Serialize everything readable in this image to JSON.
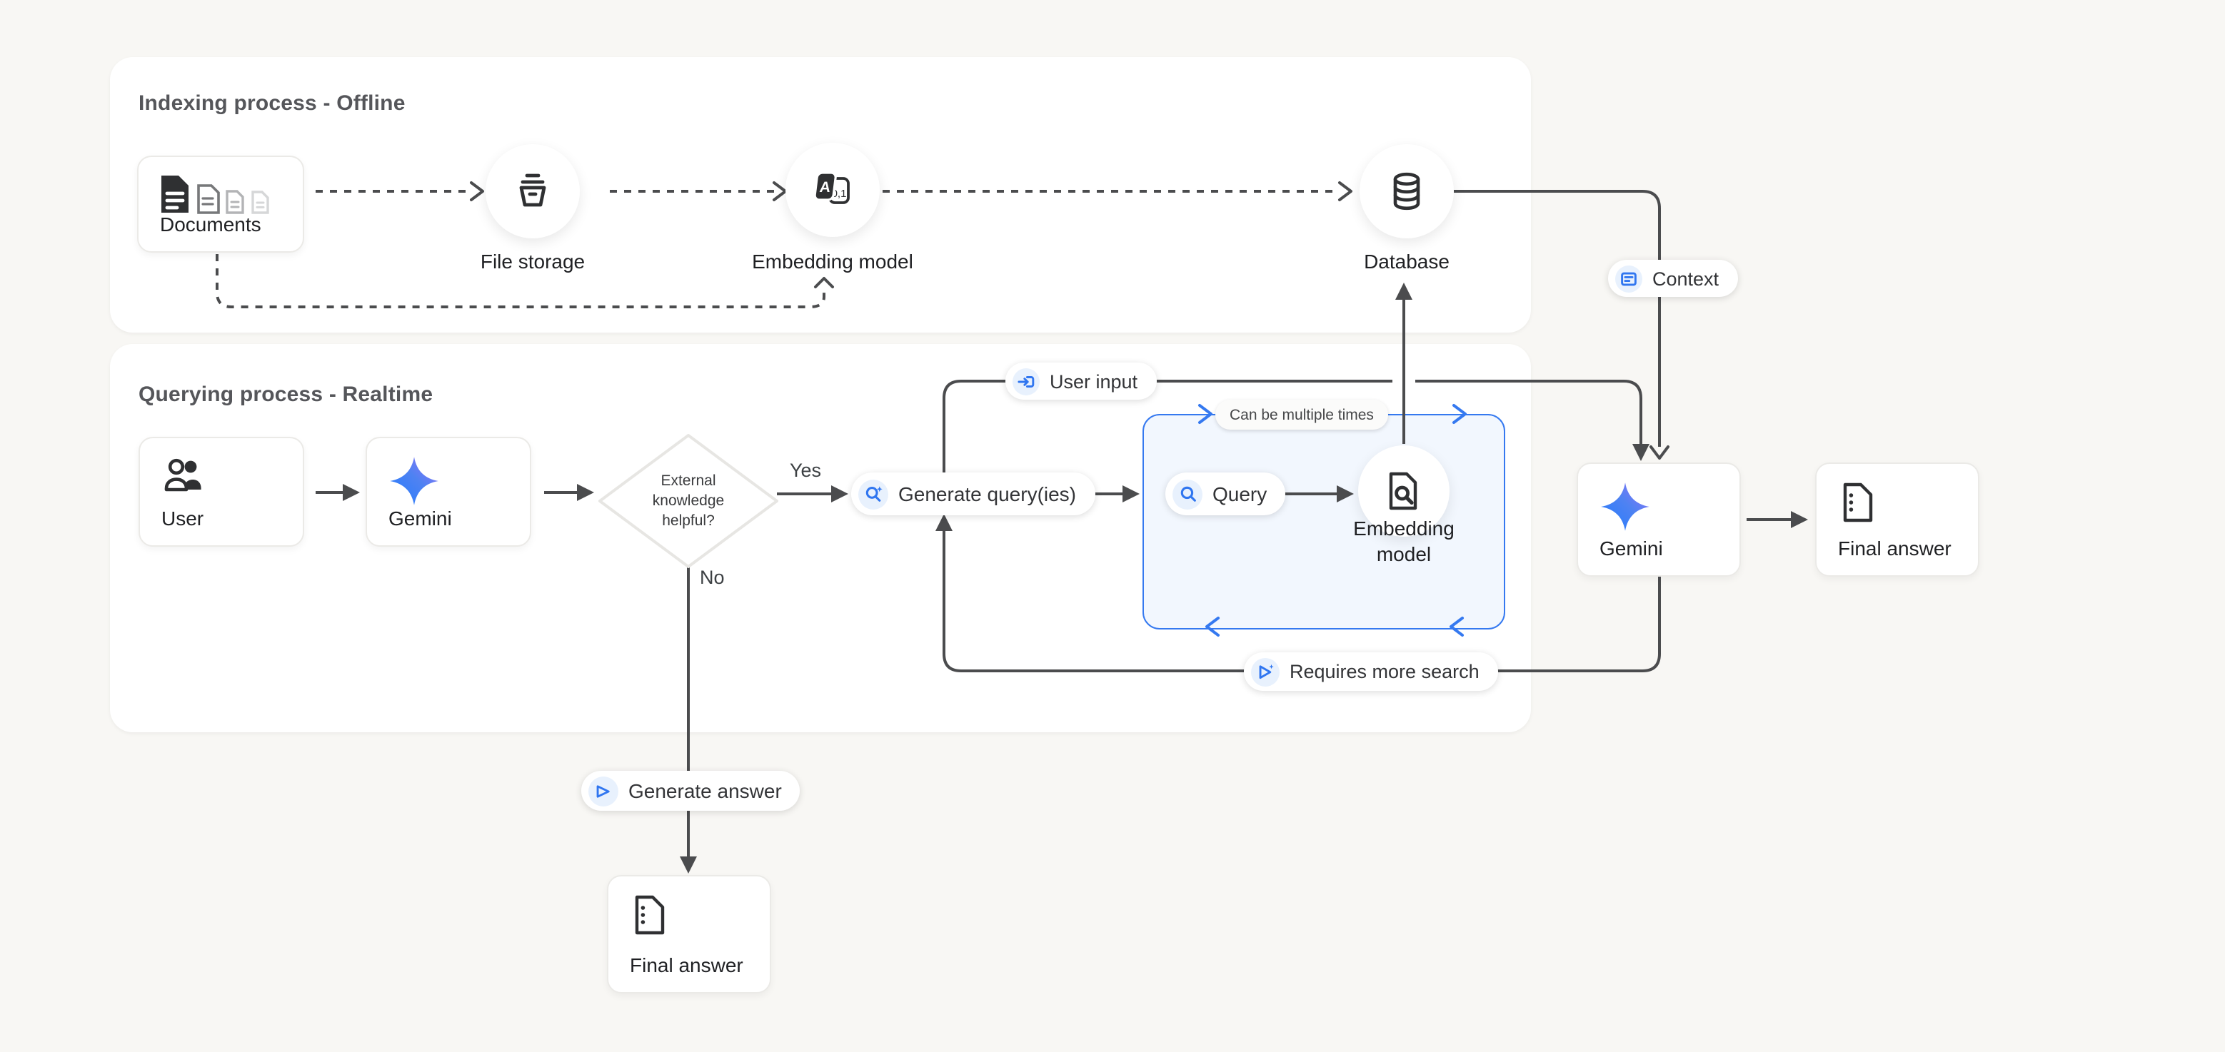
{
  "page": {
    "background": "#f8f7f4"
  },
  "panels": {
    "indexing": {
      "title": "Indexing process - Offline"
    },
    "querying": {
      "title": "Querying process - Realtime"
    }
  },
  "nodes": {
    "documents": {
      "label": "Documents",
      "icon": "document-stack-icon"
    },
    "file_storage": {
      "label": "File storage",
      "icon": "storage-bucket-icon"
    },
    "embedding_model_offline": {
      "label": "Embedding model",
      "icon": "text-to-numbers-icon"
    },
    "database": {
      "label": "Database",
      "icon": "database-icon"
    },
    "user": {
      "label": "User",
      "icon": "users-icon"
    },
    "gemini": {
      "label": "Gemini",
      "icon": "gemini-star-icon"
    },
    "decision": {
      "lines": [
        "External",
        "knowledge",
        "helpful?"
      ]
    },
    "embedding_model_query": {
      "line1": "Embedding",
      "line2": "model",
      "icon": "document-search-icon"
    },
    "gemini_right": {
      "label": "Gemini",
      "icon": "gemini-star-icon"
    },
    "final_answer_right": {
      "label": "Final answer",
      "icon": "document-icon"
    },
    "final_answer_bottom": {
      "label": "Final answer",
      "icon": "document-icon"
    }
  },
  "pills": {
    "user_input": {
      "label": "User input",
      "icon": "input-arrow-icon"
    },
    "context": {
      "label": "Context",
      "icon": "article-icon"
    },
    "generate_queries": {
      "label": "Generate query(ies)",
      "icon": "search-sparkle-icon"
    },
    "query": {
      "label": "Query",
      "icon": "search-icon"
    },
    "requires_more_search": {
      "label": "Requires more search",
      "icon": "send-sparkle-icon"
    },
    "generate_answer": {
      "label": "Generate answer",
      "icon": "send-icon"
    },
    "can_be_multiple_times": {
      "label": "Can be multiple times"
    }
  },
  "edge_labels": {
    "yes": "Yes",
    "no": "No"
  },
  "colors": {
    "background": "#f8f7f4",
    "panel": "#ffffff",
    "line": "#4b4c4e",
    "accent_blue": "#3579f0",
    "blue_box_fill": "#f2f7fe",
    "icon_blue_bg": "#e8f1fd",
    "gemini_gradient_start": "#217bfe",
    "gemini_gradient_end": "#9b72f9"
  }
}
